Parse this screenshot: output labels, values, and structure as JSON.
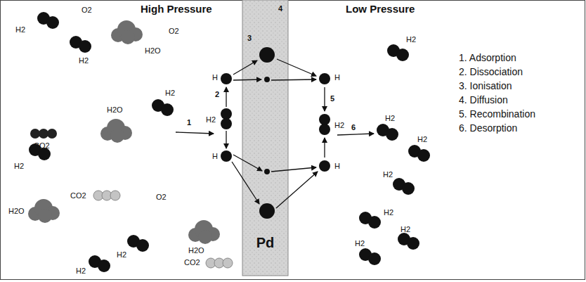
{
  "diagram": {
    "nodes": [
      {
        "text": [
          "Pd"
        ]
      }
    ],
    "labels": [
      "High Pressure",
      "Low Pressure",
      "O2",
      "H2",
      "H2",
      "H2O",
      "O2",
      "H2",
      "CO2",
      "H2O",
      "H2",
      "CO2",
      "O2",
      "H2O",
      "H2O",
      "CO2",
      "H2",
      "H2",
      "1",
      "H",
      "2",
      "H2",
      "H",
      "3",
      "4",
      "H",
      "5",
      "H2",
      "6",
      "H",
      "H2",
      "H2",
      "H2",
      "H2",
      "H2",
      "H2",
      "H2",
      "1. Adsorption",
      "2. Dissociation",
      "3. Ionisation",
      "4. Diffusion",
      "5. Recombination",
      "6. Desorption"
    ]
  }
}
